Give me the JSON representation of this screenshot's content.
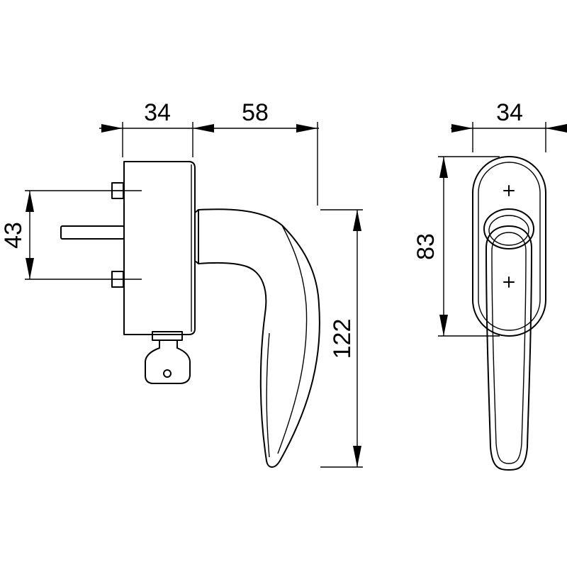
{
  "dimensions": {
    "side_body_width": "34",
    "handle_projection": "58",
    "bolt_spacing": "43",
    "handle_length": "122",
    "front_width": "34",
    "rose_height": "83"
  }
}
